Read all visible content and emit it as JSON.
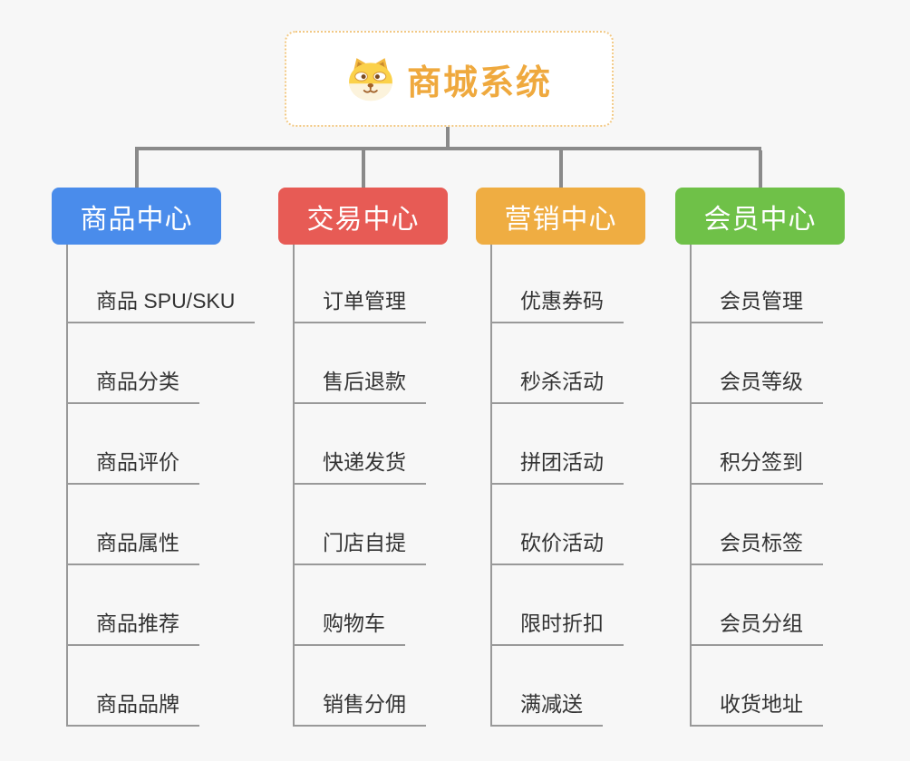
{
  "root": {
    "title": "商城系统",
    "icon": "shiba-dog-icon"
  },
  "branches": [
    {
      "label": "商品中心",
      "color": "#4a8ceb",
      "children": [
        "商品 SPU/SKU",
        "商品分类",
        "商品评价",
        "商品属性",
        "商品推荐",
        "商品品牌"
      ]
    },
    {
      "label": "交易中心",
      "color": "#e75b55",
      "children": [
        "订单管理",
        "售后退款",
        "快递发货",
        "门店自提",
        "购物车",
        "销售分佣"
      ]
    },
    {
      "label": "营销中心",
      "color": "#efad42",
      "children": [
        "优惠券码",
        "秒杀活动",
        "拼团活动",
        "砍价活动",
        "限时折扣",
        "满减送"
      ]
    },
    {
      "label": "会员中心",
      "color": "#6fc148",
      "children": [
        "会员管理",
        "会员等级",
        "积分签到",
        "会员标签",
        "会员分组",
        "收货地址"
      ]
    }
  ],
  "colors": {
    "background": "#f7f7f7",
    "connector": "#8a8a8a",
    "branch_line": "#999999",
    "root_border": "#f2c985",
    "root_text": "#efa93e",
    "leaf_text": "#333333",
    "branch_text": "#ffffff"
  }
}
